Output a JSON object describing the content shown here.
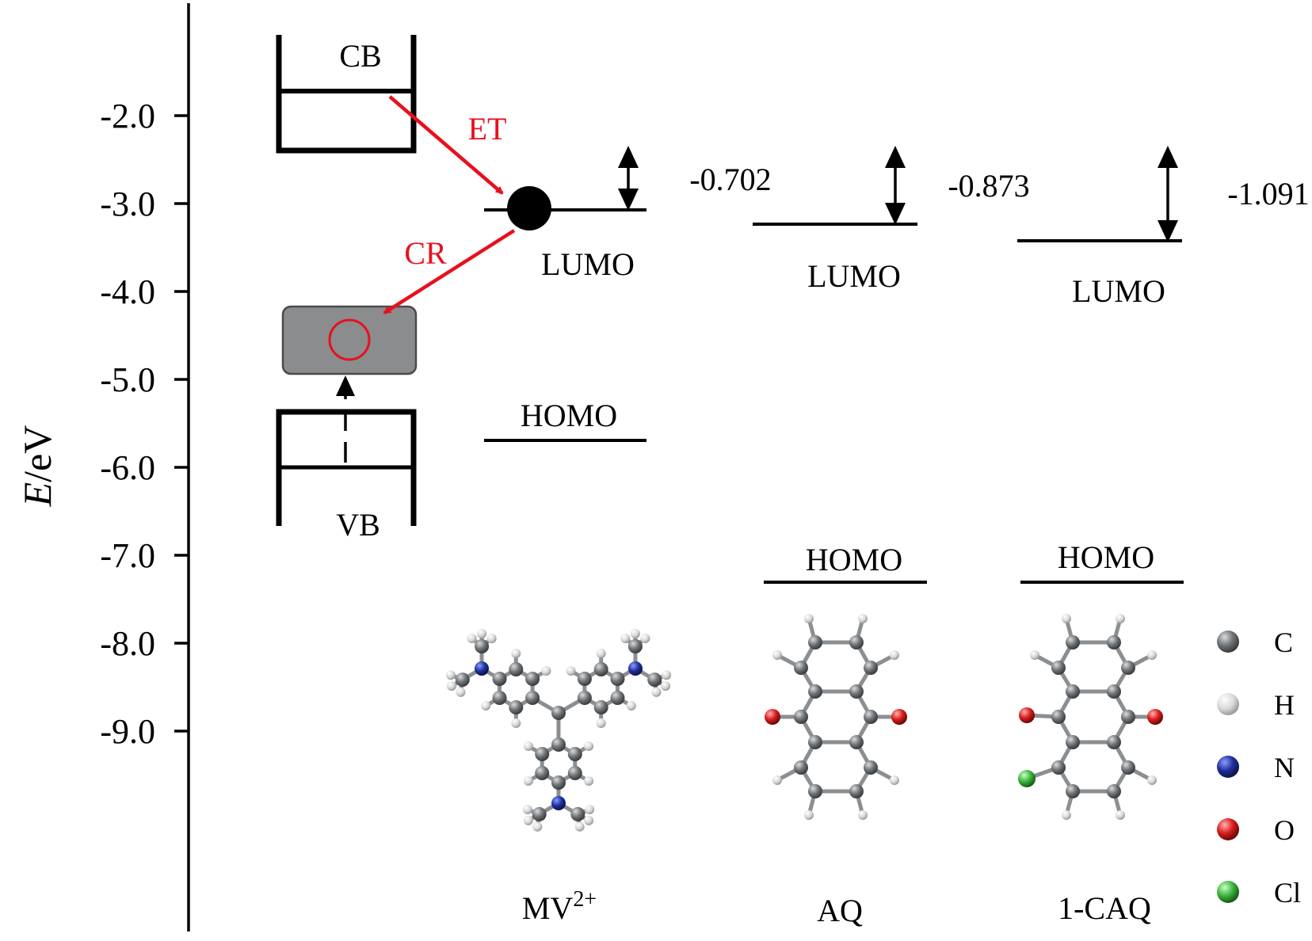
{
  "axis": {
    "title_italic": "E",
    "title_rest": "/eV",
    "ticks": [
      "-2.0",
      "-3.0",
      "-4.0",
      "-5.0",
      "-6.0",
      "-7.0",
      "-8.0",
      "-9.0"
    ]
  },
  "band": {
    "cb": "CB",
    "vb": "VB"
  },
  "process": {
    "et": "ET",
    "cr": "CR"
  },
  "molecules": [
    {
      "name": "MV",
      "superscript": "2+",
      "lumo_label": "LUMO",
      "homo_label": "HOMO",
      "gap_value": "-0.702"
    },
    {
      "name": "AQ",
      "lumo_label": "LUMO",
      "homo_label": "HOMO",
      "gap_value": "-0.873"
    },
    {
      "name": "1-CAQ",
      "lumo_label": "LUMO",
      "homo_label": "HOMO",
      "gap_value": "-1.091"
    }
  ],
  "legend": [
    {
      "label": "C",
      "color": "#6e7377"
    },
    {
      "label": "H",
      "color": "#d8d8d8"
    },
    {
      "label": "N",
      "color": "#1e2f9c"
    },
    {
      "label": "O",
      "color": "#d81c1c"
    },
    {
      "label": "Cl",
      "color": "#3cb43c"
    }
  ],
  "colors": {
    "accent_red": "#e8101e",
    "hole_fill": "#8a8c8e"
  }
}
